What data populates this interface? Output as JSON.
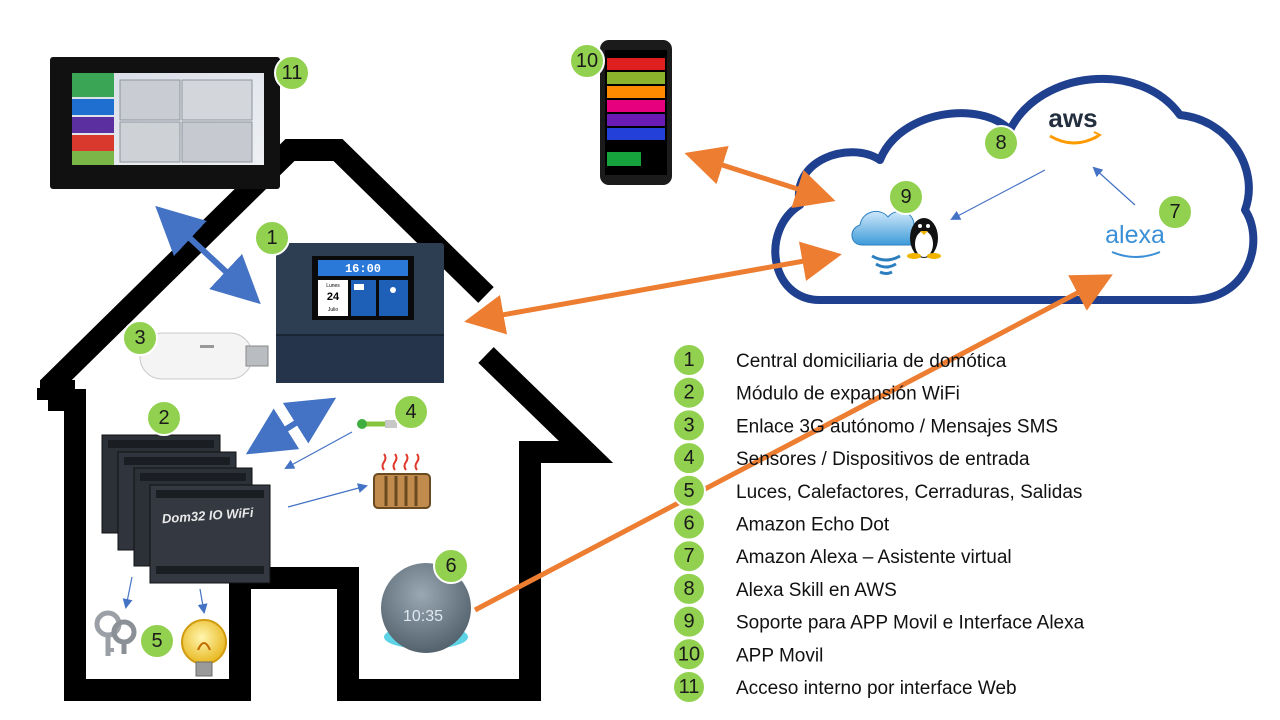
{
  "colors": {
    "badge": "#92d050",
    "blue_arrow": "#4472c4",
    "orange_arrow": "#ed7d31",
    "cloud_outline": "#1f3f8f",
    "house_outline": "#000000"
  },
  "badges": {
    "b1": "1",
    "b2": "2",
    "b3": "3",
    "b4": "4",
    "b5": "5",
    "b6": "6",
    "b7": "7",
    "b8": "8",
    "b9": "9",
    "b10": "10",
    "b11": "11"
  },
  "central_display": {
    "time": "16:00",
    "day_name": "Lunes",
    "day_number": "24",
    "month": "Julio"
  },
  "module_label": "Dom32 IO WiFi",
  "aws_logo": "aws",
  "alexa_logo": "alexa",
  "echo_time": "10:35",
  "legend": [
    {
      "num": "1",
      "text": "Central domiciliaria de domótica"
    },
    {
      "num": "2",
      "text": "Módulo de expansión WiFi"
    },
    {
      "num": "3",
      "text": "Enlace 3G autónomo / Mensajes SMS"
    },
    {
      "num": "4",
      "text": "Sensores / Dispositivos de entrada"
    },
    {
      "num": "5",
      "text": "Luces, Calefactores, Cerraduras, Salidas"
    },
    {
      "num": "6",
      "text": "Amazon Echo Dot"
    },
    {
      "num": "7",
      "text": "Amazon Alexa – Asistente virtual"
    },
    {
      "num": "8",
      "text": "Alexa Skill en AWS"
    },
    {
      "num": "9",
      "text": "Soporte para APP Movil e Interface Alexa"
    },
    {
      "num": "10",
      "text": "APP Movil"
    },
    {
      "num": "11",
      "text": "Acceso interno por interface Web"
    }
  ]
}
